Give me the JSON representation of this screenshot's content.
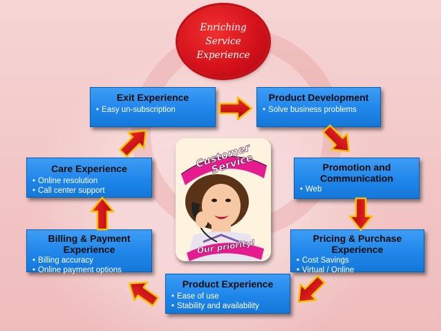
{
  "center": {
    "line1": "Enriching",
    "line2": "Service",
    "line3": "Experience"
  },
  "nodes": {
    "exit": {
      "title": "Exit Experience",
      "items": [
        "Easy un-subscription"
      ]
    },
    "product_dev": {
      "title": "Product Development",
      "items": [
        "Solve business problems"
      ]
    },
    "promotion": {
      "title_line1": "Promotion and",
      "title_line2": "Communication",
      "items": [
        "Web"
      ]
    },
    "pricing": {
      "title_line1": "Pricing & Purchase",
      "title_line2": "Experience",
      "items": [
        "Cost Savings",
        "Virtual / Online"
      ]
    },
    "product_exp": {
      "title": "Product Experience",
      "items": [
        "Ease of use",
        "Stability and availability"
      ]
    },
    "billing": {
      "title_line1": "Billing & Payment",
      "title_line2": "Experience",
      "items": [
        "Billing accuracy",
        "Online payment options"
      ]
    },
    "care": {
      "title": "Care Experience",
      "items": [
        "Online resolution",
        "Call center support"
      ]
    }
  },
  "poster": {
    "top_text_1": "Customer",
    "top_text_2": "Service",
    "bottom_text": "Our priority!"
  },
  "colors": {
    "box_blue": "#1f86ea",
    "arrow_red": "#d4111b",
    "arrow_outline": "#f2c200",
    "ellipse_red": "#d1101a"
  }
}
